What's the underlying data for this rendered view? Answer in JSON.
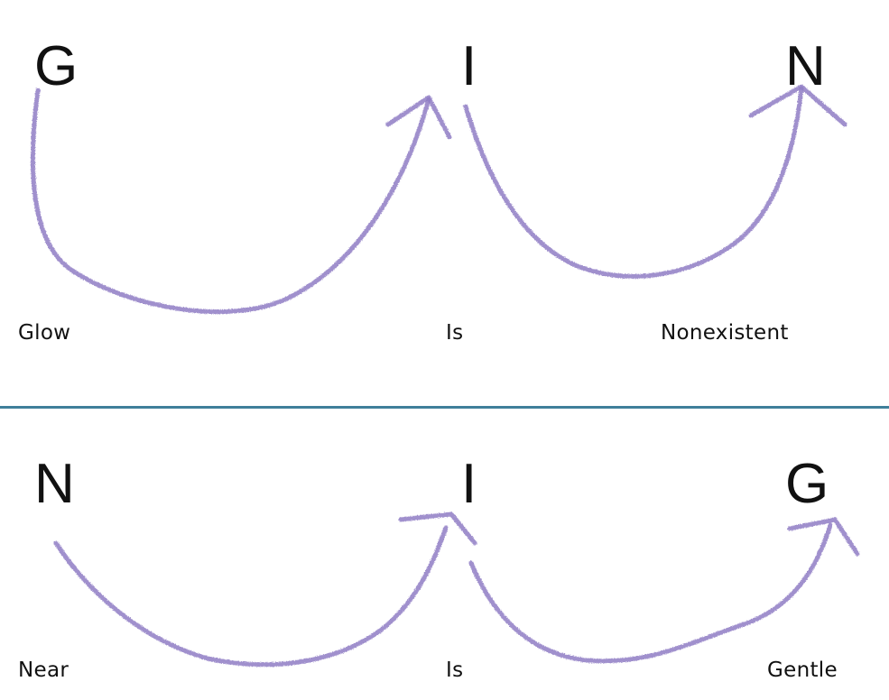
{
  "top_row": {
    "letters": [
      "G",
      "I",
      "N"
    ],
    "words": [
      "Glow",
      "Is",
      "Nonexistent"
    ]
  },
  "bottom_row": {
    "letters": [
      "N",
      "I",
      "G"
    ],
    "words": [
      "Near",
      "Is",
      "Gentle"
    ]
  },
  "colors": {
    "arrow": "#8f7cc4",
    "divider": "#3f7f9a",
    "text": "#111111"
  }
}
